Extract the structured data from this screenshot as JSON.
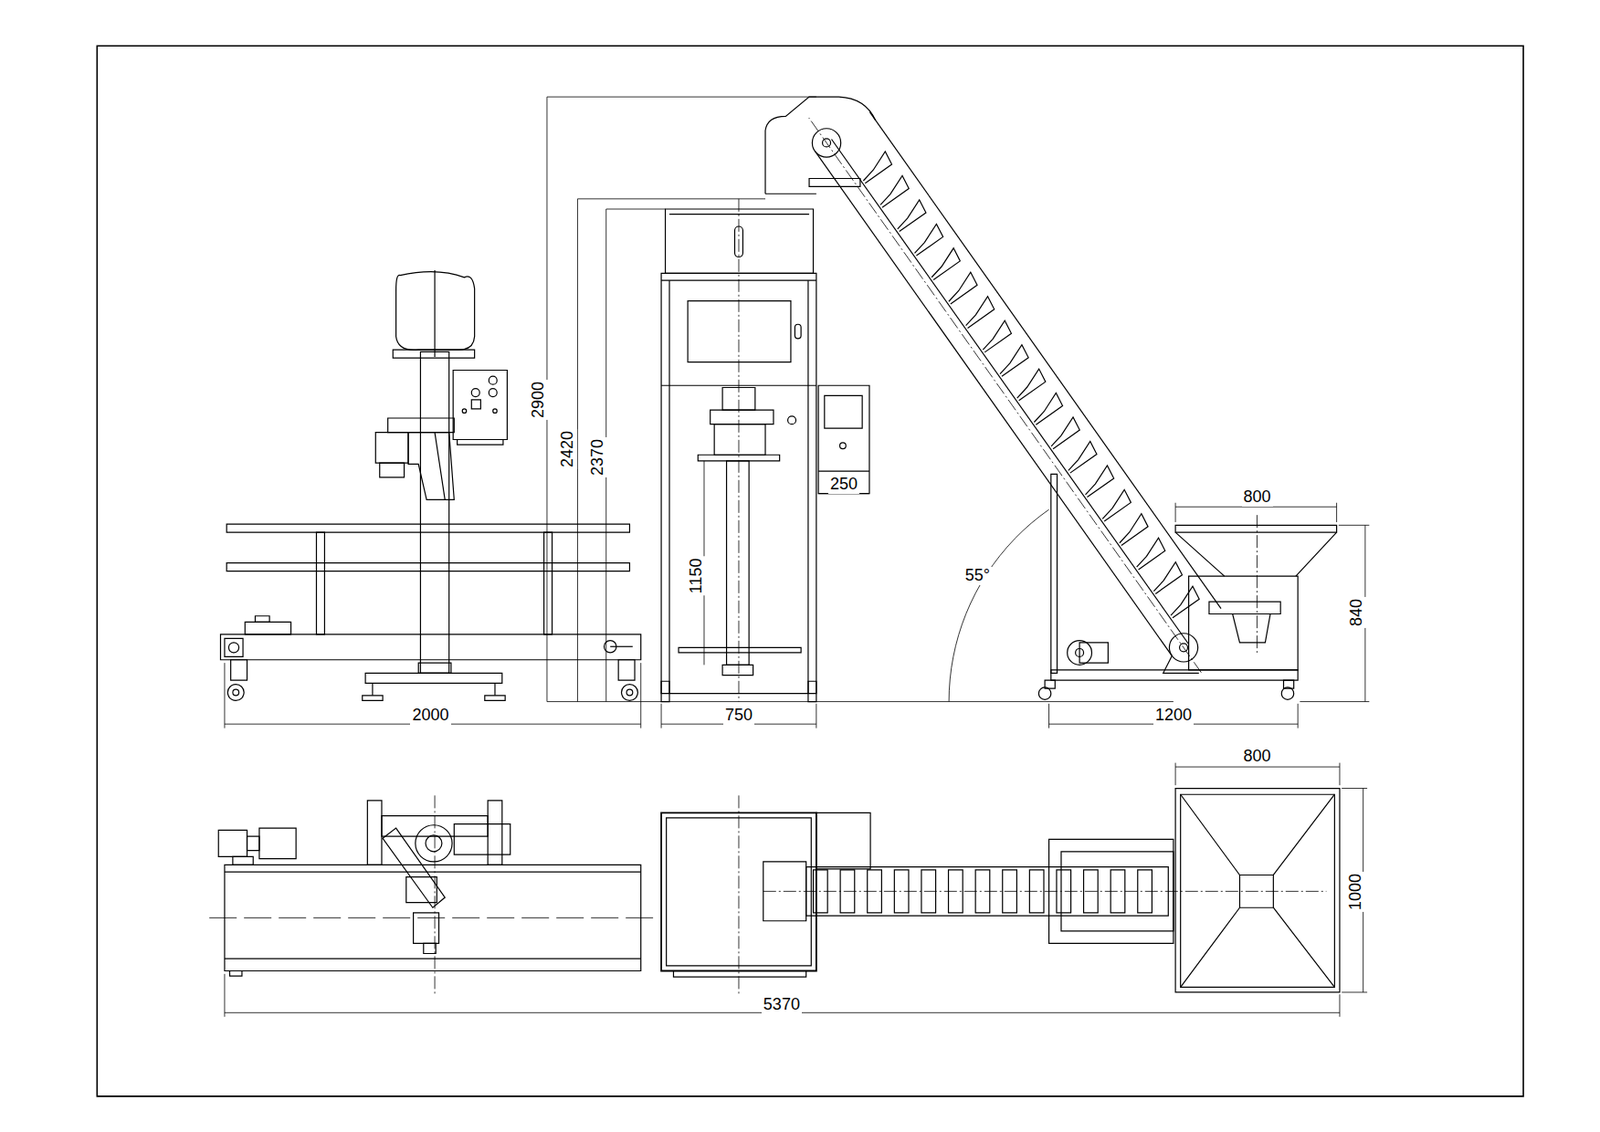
{
  "diagram": {
    "labels": [
      "2900",
      "2420",
      "2370",
      "1150",
      "250",
      "55°",
      "800",
      "840",
      "2000",
      "750",
      "1200",
      "800",
      "1000",
      "5370"
    ]
  }
}
